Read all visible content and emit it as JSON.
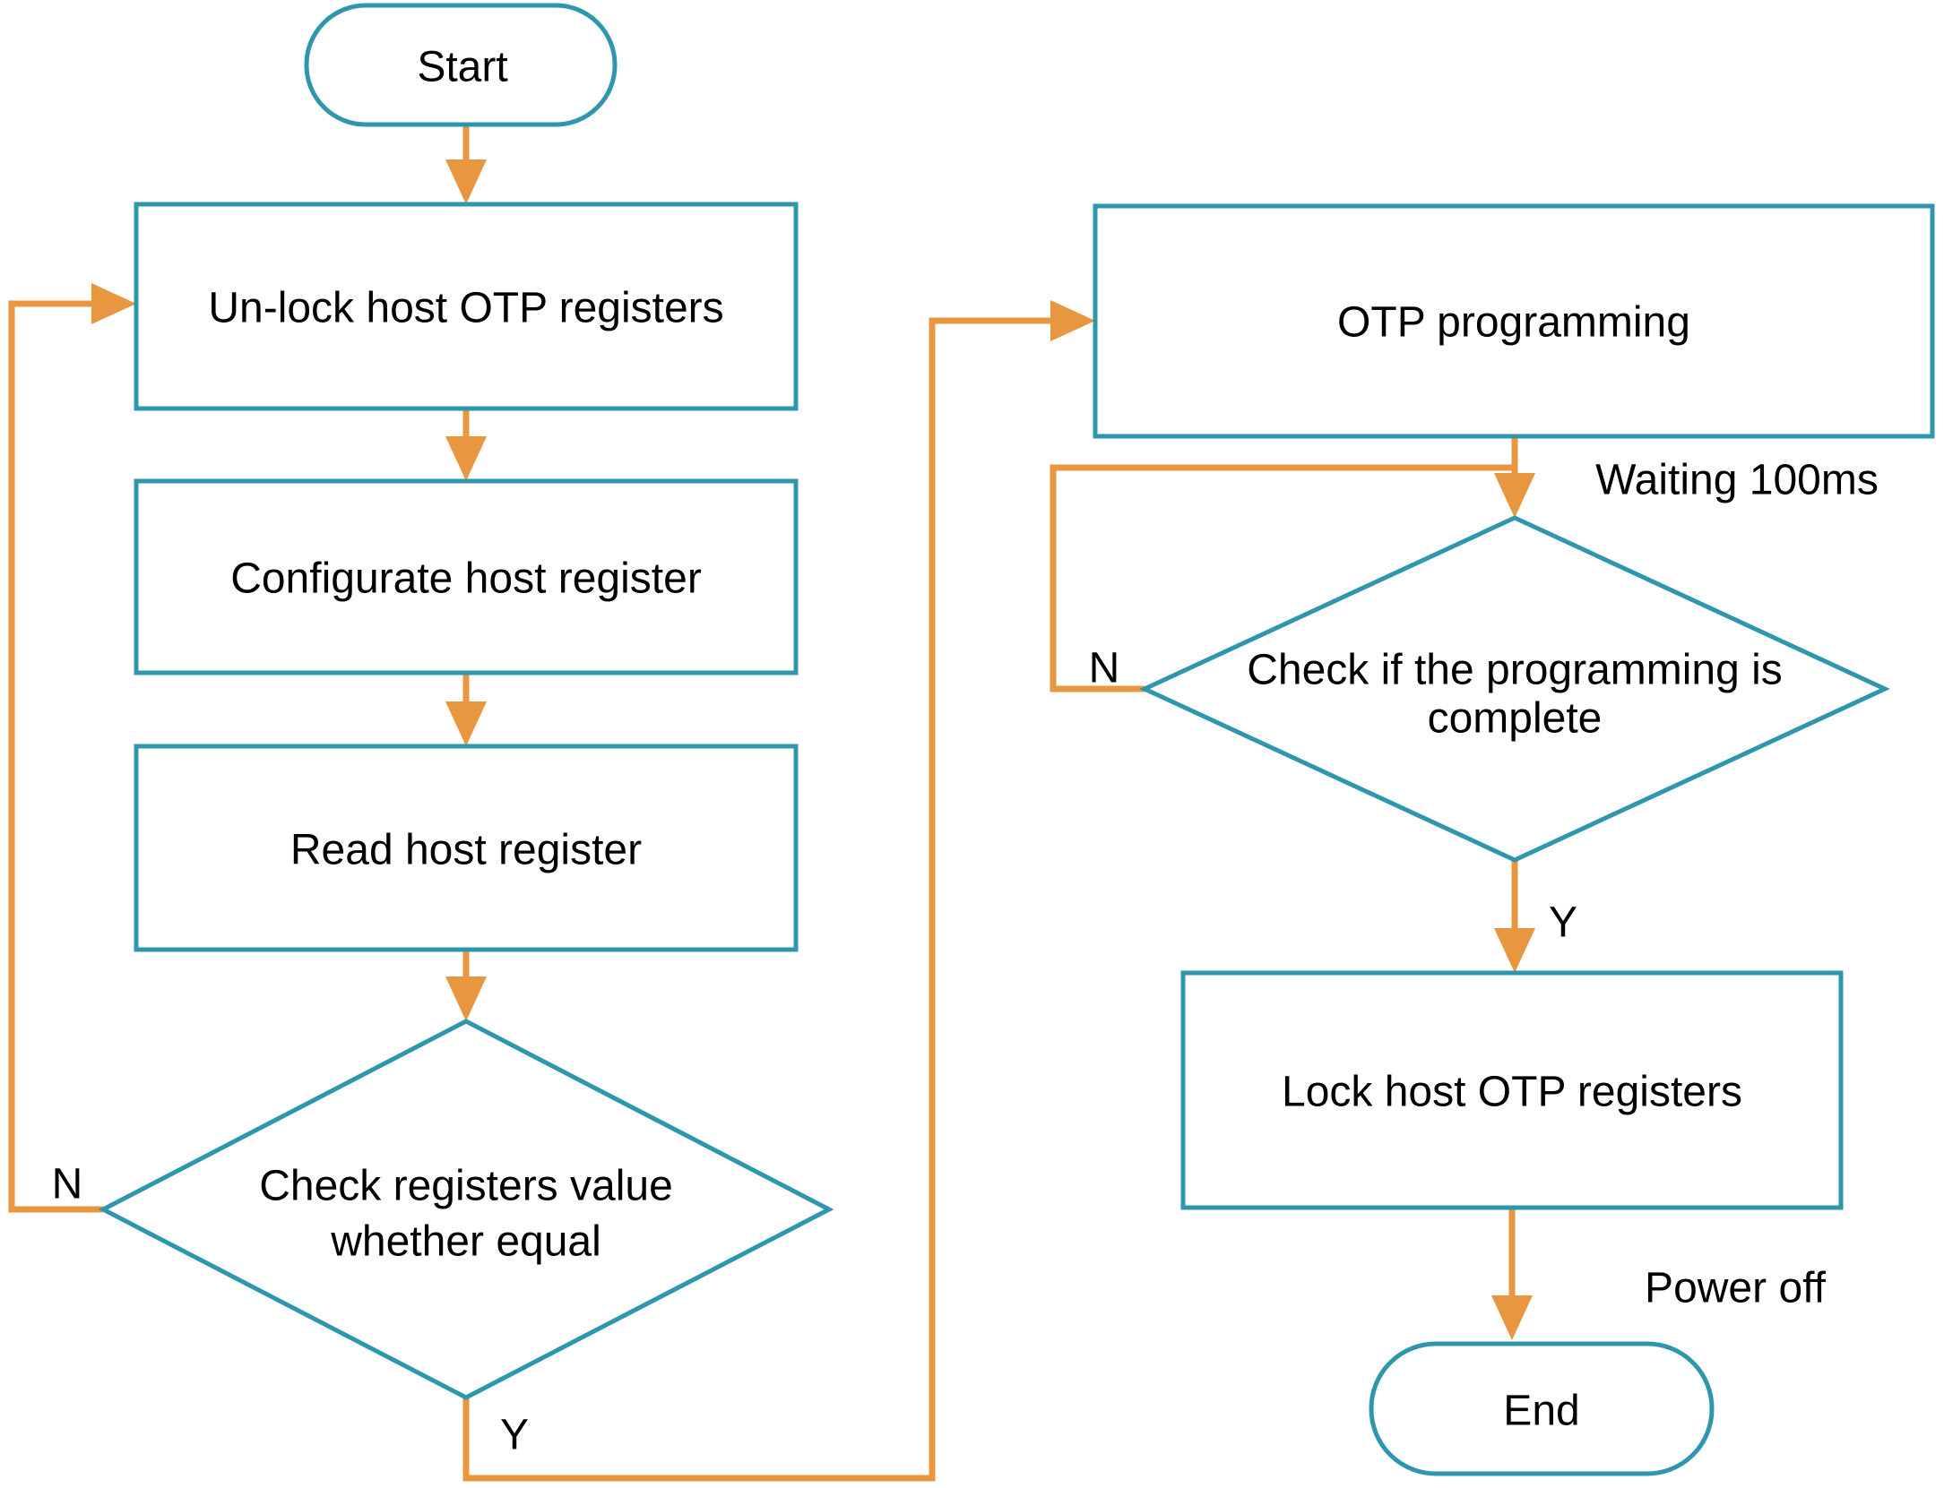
{
  "diagram": {
    "type": "flowchart",
    "palette": {
      "shape_border_teal": "#2e96ad",
      "connector_orange": "#e8963f",
      "text_black": "#000000",
      "background_white": "#ffffff"
    },
    "nodes": {
      "start": {
        "shape": "terminator",
        "label": "Start"
      },
      "unlock": {
        "shape": "process",
        "label": "Un-lock host OTP registers"
      },
      "configurate": {
        "shape": "process",
        "label": "Configurate host register"
      },
      "read": {
        "shape": "process",
        "label": "Read host register"
      },
      "check_equal": {
        "shape": "decision",
        "label_line1": "Check registers value",
        "label_line2": "whether equal"
      },
      "otp_programming": {
        "shape": "process",
        "label": "OTP programming"
      },
      "check_complete": {
        "shape": "decision",
        "label_line1": "Check if the programming is",
        "label_line2": "complete"
      },
      "lock": {
        "shape": "process",
        "label": "Lock host OTP registers"
      },
      "end": {
        "shape": "terminator",
        "label": "End"
      }
    },
    "edge_labels": {
      "check_equal_no": "N",
      "check_equal_yes": "Y",
      "check_complete_no": "N",
      "check_complete_yes": "Y",
      "waiting": "Waiting 100ms",
      "power_off": "Power off"
    }
  }
}
